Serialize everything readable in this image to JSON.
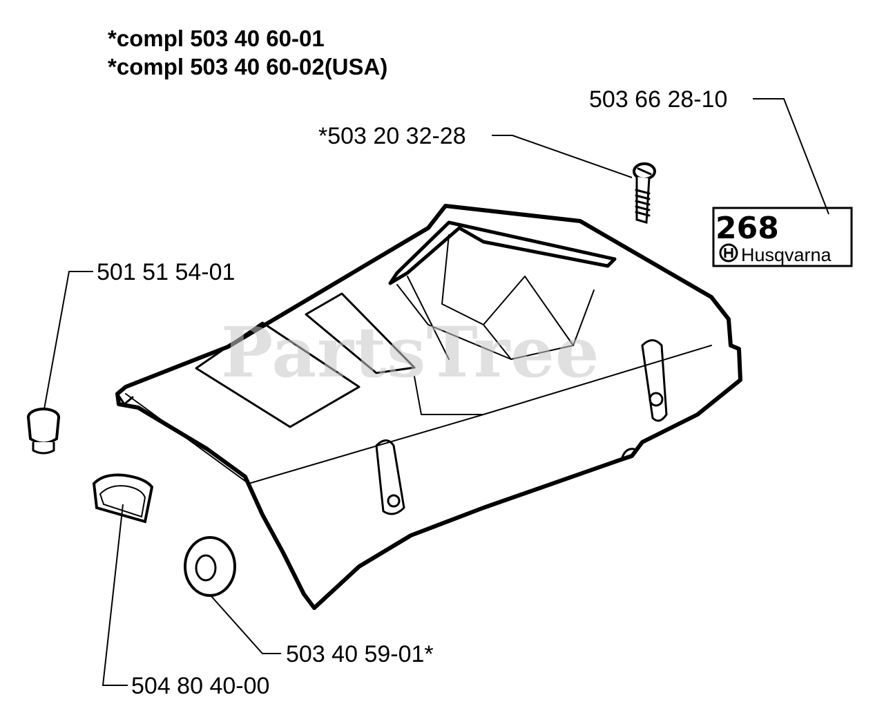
{
  "header": {
    "line1": "*compl 503 40 60-01",
    "line2": "*compl 503 40 60-02(USA)"
  },
  "parts": {
    "decal": "503 66 28-10",
    "screw": "*503 20 32-28",
    "plug": "501 51 54-01",
    "grommet": "503 40 59-01*",
    "cover_seal": "504 80 40-00"
  },
  "decal": {
    "model": "268",
    "brand": "Husqvarna"
  },
  "watermark": "PartsTree"
}
